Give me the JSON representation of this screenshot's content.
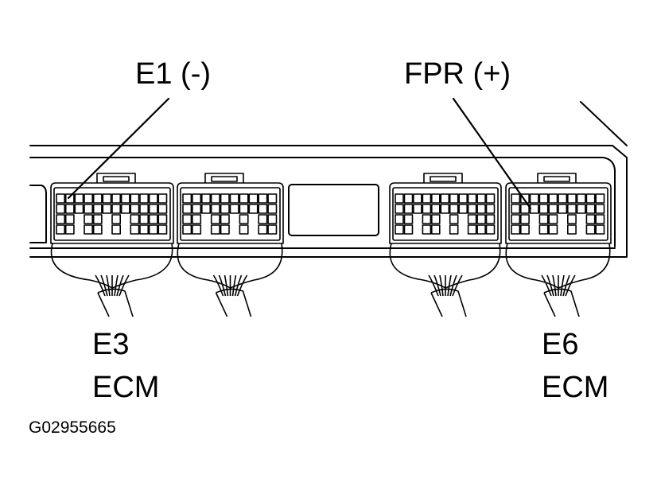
{
  "callouts": {
    "left_pin": "E1  (-)",
    "right_pin": "FPR (+)"
  },
  "connectors": {
    "left": {
      "id": "E3",
      "name": "ECM"
    },
    "right": {
      "id": "E6",
      "name": "ECM"
    }
  },
  "figure_code": "G02955665",
  "colors": {
    "line": "#000000",
    "background": "#ffffff"
  }
}
